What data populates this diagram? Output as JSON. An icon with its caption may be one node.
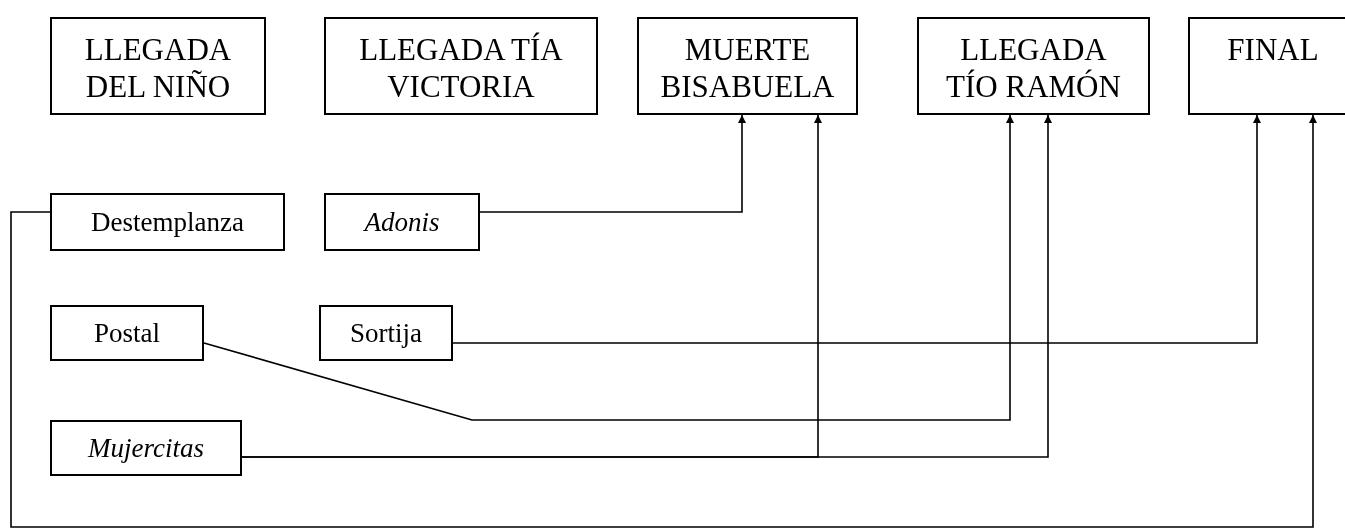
{
  "diagram": {
    "nodes": [
      {
        "text": [
          "LLEGADA DEL NIÑO"
        ]
      },
      {
        "text": [
          "LLEGADA TÍA VICTORIA"
        ]
      },
      {
        "text": [
          "MUERTE BISABUELA"
        ]
      },
      {
        "text": [
          "LLEGADA TÍO RAMÓN"
        ]
      },
      {
        "text": [
          "FINAL"
        ]
      },
      {
        "text": [
          "Destemplanza"
        ]
      },
      {
        "text": [
          "Adonis"
        ]
      },
      {
        "text": [
          "Postal"
        ]
      },
      {
        "text": [
          "Sortija"
        ]
      },
      {
        "text": [
          "Mujercitas"
        ]
      }
    ],
    "edges": [
      {
        "from": 6,
        "to": 2,
        "arrow": "to"
      },
      {
        "from": 9,
        "to": 2,
        "arrow": "to"
      },
      {
        "from": 7,
        "to": 3,
        "arrow": "to"
      },
      {
        "from": 9,
        "to": 3,
        "arrow": "to"
      },
      {
        "from": 8,
        "to": 4,
        "arrow": "to"
      },
      {
        "from": 5,
        "to": 4,
        "arrow": "to"
      }
    ]
  }
}
